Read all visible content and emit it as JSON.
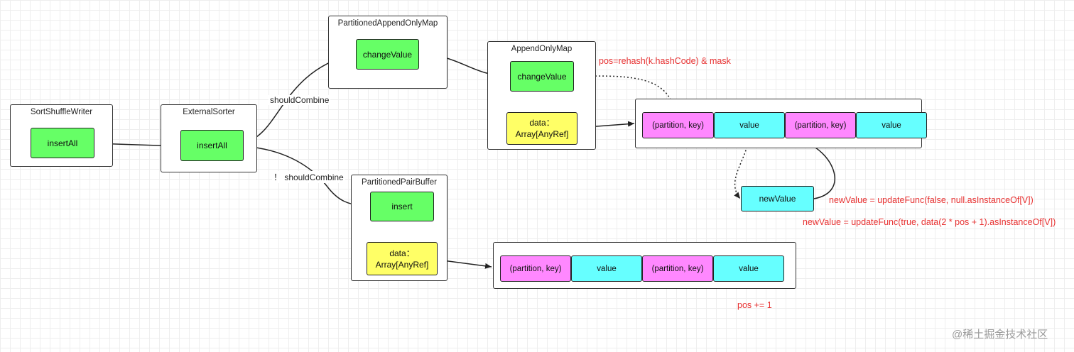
{
  "containers": {
    "sort_shuffle_writer": "SortShuffleWriter",
    "external_sorter": "ExternalSorter",
    "partitioned_append_only_map": "PartitionedAppendOnlyMap",
    "append_only_map": "AppendOnlyMap",
    "partitioned_pair_buffer": "PartitionedPairBuffer"
  },
  "nodes": {
    "ssw_insert_all": "insertAll",
    "es_insert_all": "insertAll",
    "paom_change_value": "changeValue",
    "aom_change_value": "changeValue",
    "aom_data": "data：\nArray[AnyRef]",
    "ppb_insert": "insert",
    "ppb_data": "data：\nArray[AnyRef]",
    "new_value": "newValue"
  },
  "map_array": [
    "(partition, key)",
    "value",
    "(partition, key)",
    "value"
  ],
  "buffer_array": [
    "(partition, key)",
    "value",
    "(partition, key)",
    "value"
  ],
  "edge_labels": {
    "should_combine": "shouldCombine",
    "not_should_combine": "！ shouldCombine"
  },
  "notes": {
    "rehash": "pos=rehash(k.hashCode) & mask",
    "update_false": "newValue = updateFunc(false, null.asInstanceOf[V])",
    "update_true": "newValue = updateFunc(true, data(2 * pos + 1).asInstanceOf[V])",
    "pos_increment": "pos += 1"
  },
  "watermark": "@稀土掘金技术社区",
  "colors": {
    "green": "#66ff66",
    "yellow": "#ffff66",
    "pink": "#ff88ff",
    "cyan": "#66ffff",
    "note_red": "#e83232"
  }
}
